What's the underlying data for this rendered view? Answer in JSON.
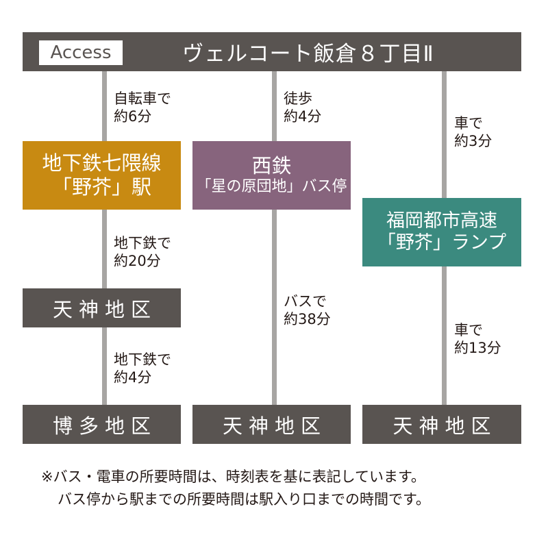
{
  "header": {
    "access_label": "Access",
    "title": "ヴェルコート飯倉８丁目Ⅱ"
  },
  "colors": {
    "header_bg": "#595451",
    "line": "#a7a5a3",
    "subway": "#c88a12",
    "nishitetsu": "#87647d",
    "expressway": "#3b8a7f",
    "district": "#595451"
  },
  "routes": [
    {
      "leg1": {
        "mode": "自転車で",
        "time": "約6分"
      },
      "station": {
        "line1": "地下鉄七隈線",
        "line2": "「野芥」駅"
      },
      "leg2": {
        "mode": "地下鉄で",
        "time": "約20分"
      },
      "mid_district": "天神地区",
      "leg3": {
        "mode": "地下鉄で",
        "time": "約4分"
      },
      "destination": "博多地区"
    },
    {
      "leg1": {
        "mode": "徒歩",
        "time": "約4分"
      },
      "station": {
        "line1": "西鉄",
        "line2": "「星の原団地」バス停"
      },
      "leg2": {
        "mode": "バスで",
        "time": "約38分"
      },
      "destination": "天神地区"
    },
    {
      "leg1": {
        "mode": "車で",
        "time": "約3分"
      },
      "station": {
        "line1": "福岡都市高速",
        "line2": "「野芥」ランプ"
      },
      "leg2": {
        "mode": "車で",
        "time": "約13分"
      },
      "destination": "天神地区"
    }
  ],
  "footnote": {
    "line1": "※バス・電車の所要時間は、時刻表を基に表記しています。",
    "line2": "バス停から駅までの所要時間は駅入り口までの時間です。"
  }
}
